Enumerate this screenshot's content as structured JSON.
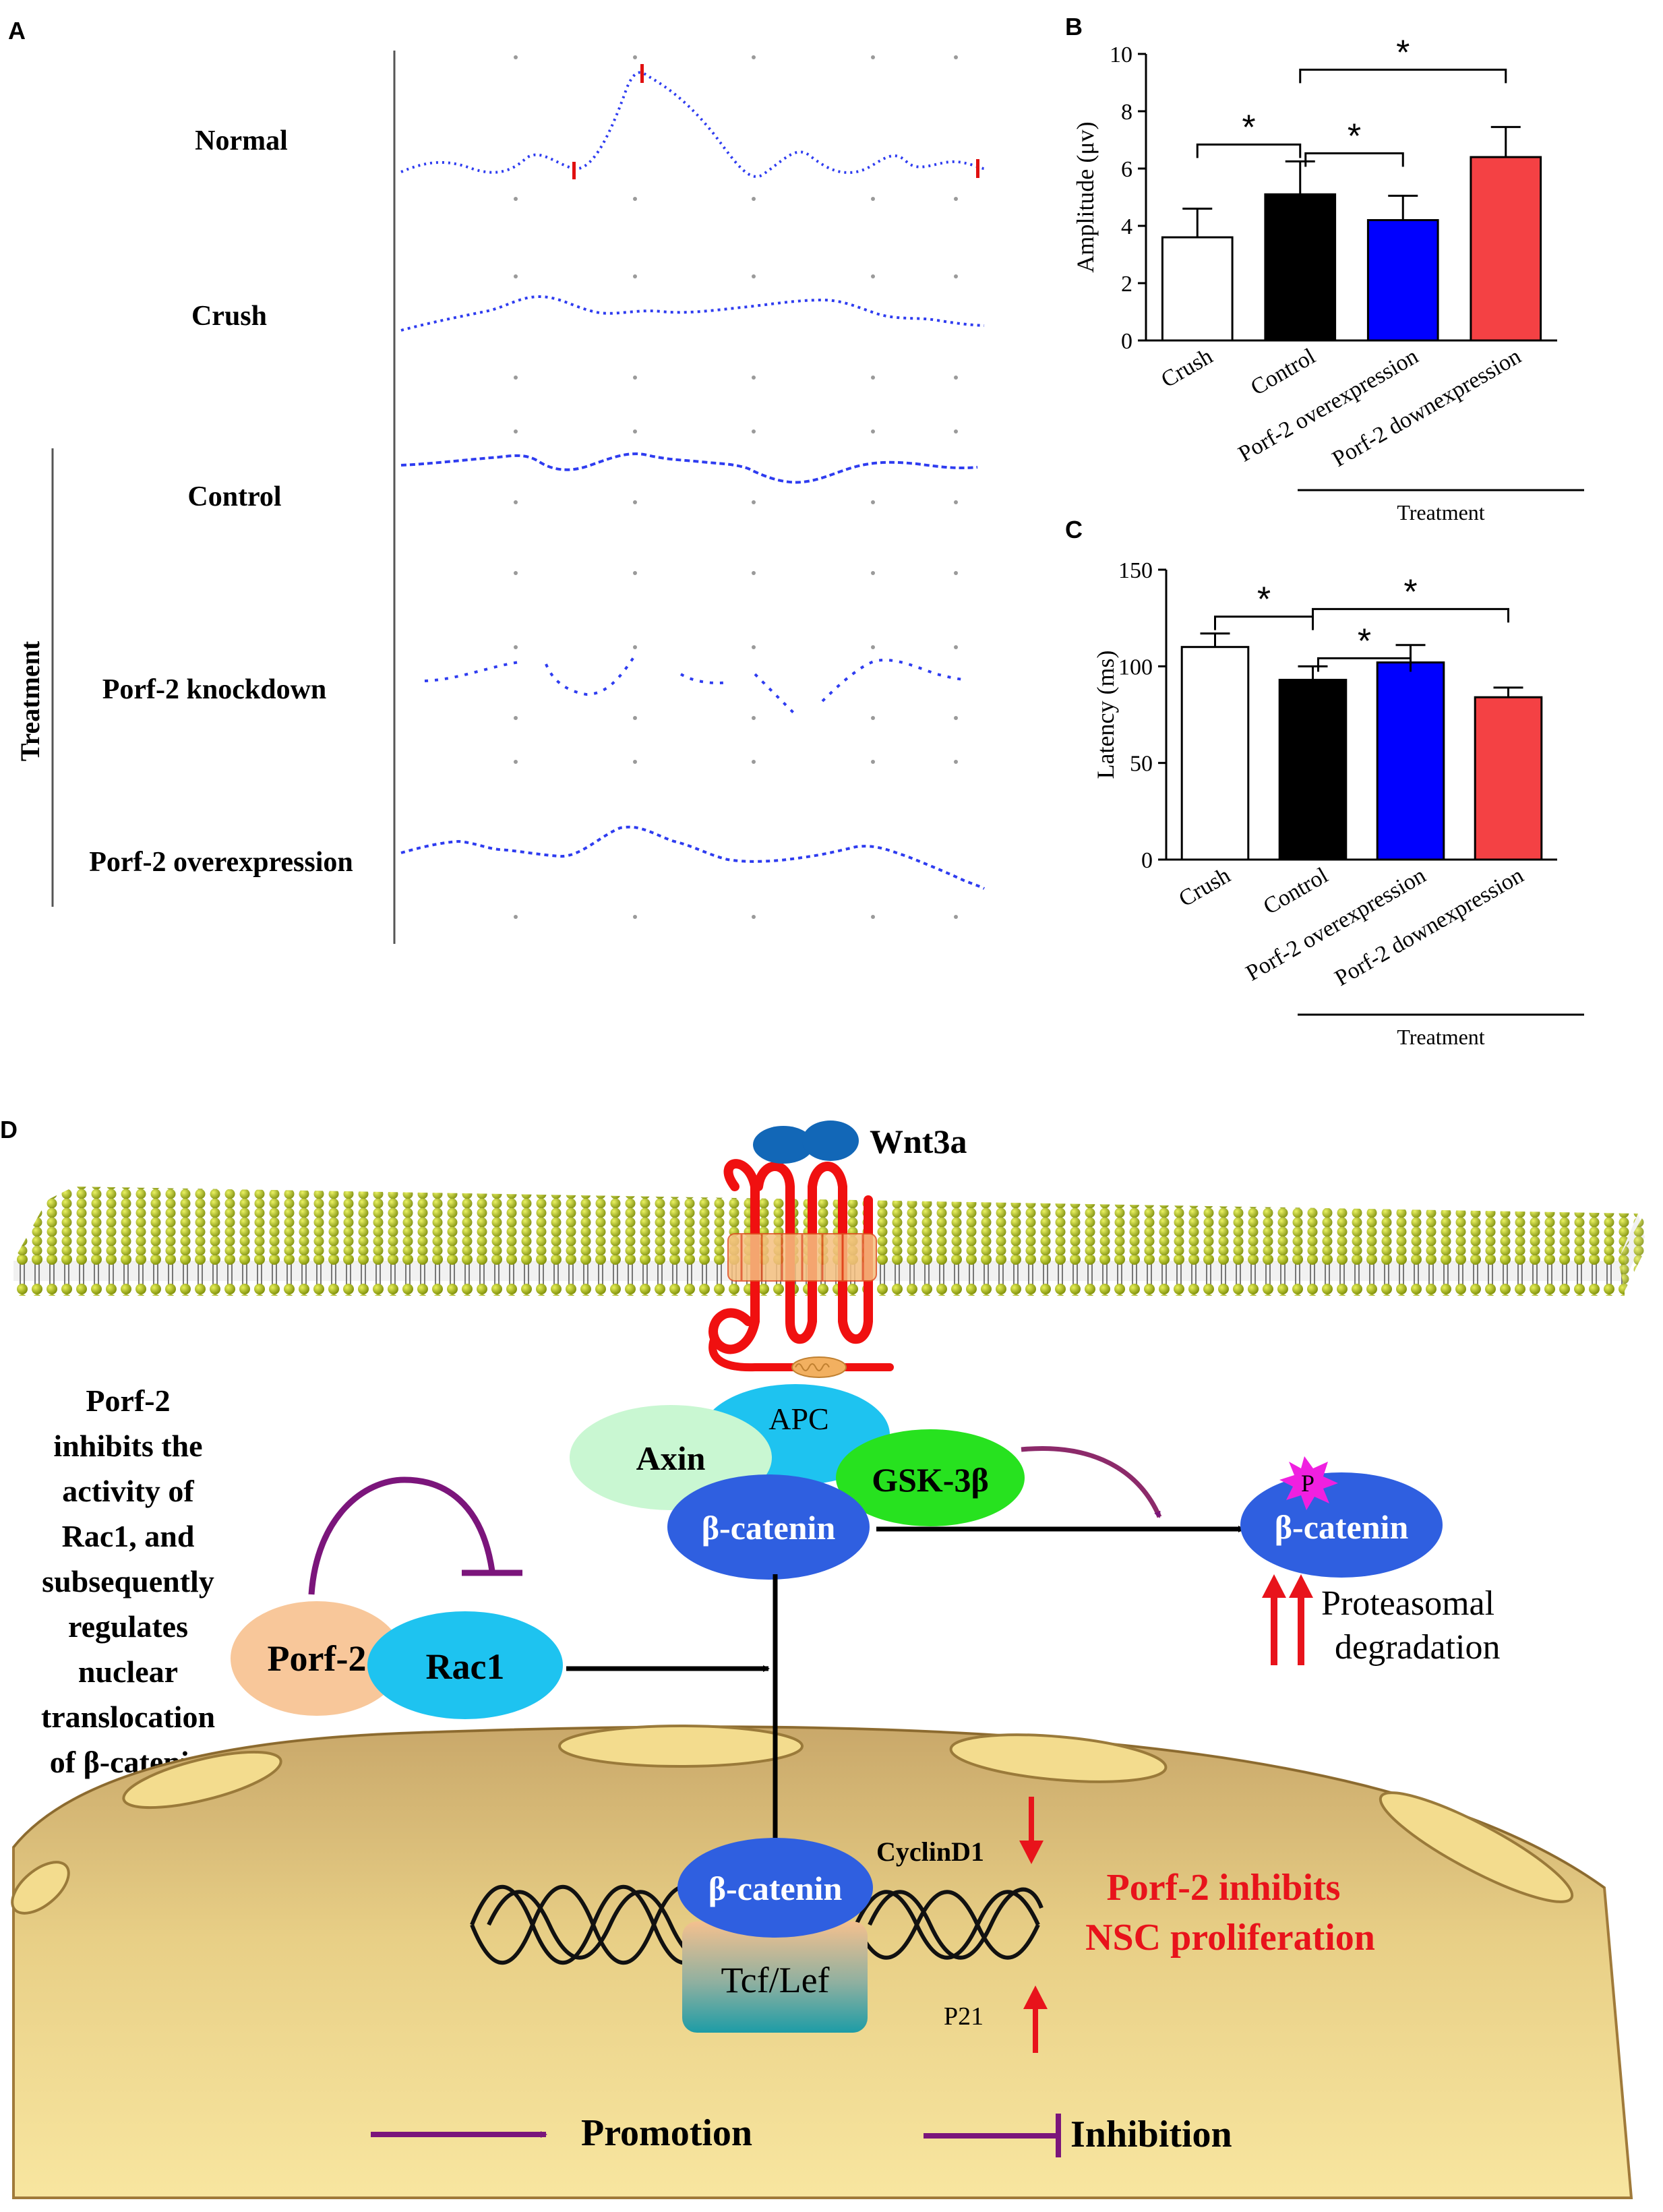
{
  "panels": {
    "A": {
      "letter": "A",
      "traces": [
        {
          "label": "Normal"
        },
        {
          "label": "Crush"
        },
        {
          "label": "Control"
        },
        {
          "label": "Porf-2 knockdown"
        },
        {
          "label": "Porf-2 overexpression"
        }
      ],
      "group_label": "Treatment",
      "trace_color": "#2e3cf0",
      "marker_color": "#e01010"
    },
    "B": {
      "letter": "B"
    },
    "C": {
      "letter": "C"
    },
    "D": {
      "letter": "D",
      "wnt": "Wnt3a",
      "axin": "Axin",
      "apc": "APC",
      "gsk": "GSK-3β",
      "bcat_cyto": "β-catenin",
      "bcat_phos": "β-catenin",
      "phos_mark": "P",
      "proteasome_1": "Proteasomal",
      "proteasome_2": "degradation",
      "porf2": "Porf-2",
      "rac1": "Rac1",
      "note_lines": [
        "Porf-2",
        "inhibits  the",
        "activity of",
        "Rac1, and",
        "subsequently",
        "regulates",
        "nuclear",
        "translocation",
        "of β-catenin"
      ],
      "bcat_nuc": "β-catenin",
      "tcf": "Tcf/Lef",
      "cyclin": "CyclinD1",
      "p21": "P21",
      "result_1": "Porf-2 inhibits",
      "result_2": "NSC proliferation",
      "legend_promotion": "Promotion",
      "legend_inhibition": "Inhibition",
      "colors": {
        "purple": "#7b157b",
        "red": "#e8131b",
        "bcat": "#2f5fe0",
        "apc": "#1ec3f0",
        "gsk": "#27e21f",
        "axin": "#c9f7d2",
        "porf2": "#f8c79a"
      }
    }
  },
  "chart_data": [
    {
      "type": "bar",
      "panel": "B",
      "categories": [
        "Crush",
        "Control",
        "Porf-2 overexpression",
        "Porf-2 downexpression"
      ],
      "values": [
        3.6,
        5.1,
        4.2,
        6.4
      ],
      "errors": [
        1.0,
        1.15,
        0.85,
        1.05
      ],
      "colors": [
        "#ffffff",
        "#000000",
        "#0000ff",
        "#f44144"
      ],
      "ylabel": "Amplitude (μv)",
      "ylim": [
        0,
        10
      ],
      "yticks": [
        "0",
        "2",
        "4",
        "6",
        "8",
        "10"
      ],
      "group_label": "Treatment",
      "significance": [
        {
          "from": 0,
          "to": 1,
          "label": "*"
        },
        {
          "from": 1,
          "to": 2,
          "label": "*"
        },
        {
          "from": 1,
          "to": 3,
          "label": "*"
        }
      ]
    },
    {
      "type": "bar",
      "panel": "C",
      "categories": [
        "Crush",
        "Control",
        "Porf-2 overexpression",
        "Porf-2 downexpression"
      ],
      "values": [
        110,
        93,
        102,
        84
      ],
      "errors": [
        7,
        7,
        9,
        5
      ],
      "colors": [
        "#ffffff",
        "#000000",
        "#0000ff",
        "#f44144"
      ],
      "ylabel": "Latency (ms)",
      "ylim": [
        0,
        150
      ],
      "yticks": [
        "0",
        "50",
        "100",
        "150"
      ],
      "group_label": "Treatment",
      "significance": [
        {
          "from": 0,
          "to": 1,
          "label": "*"
        },
        {
          "from": 1,
          "to": 2,
          "label": "*"
        },
        {
          "from": 1,
          "to": 3,
          "label": "*"
        }
      ]
    }
  ]
}
